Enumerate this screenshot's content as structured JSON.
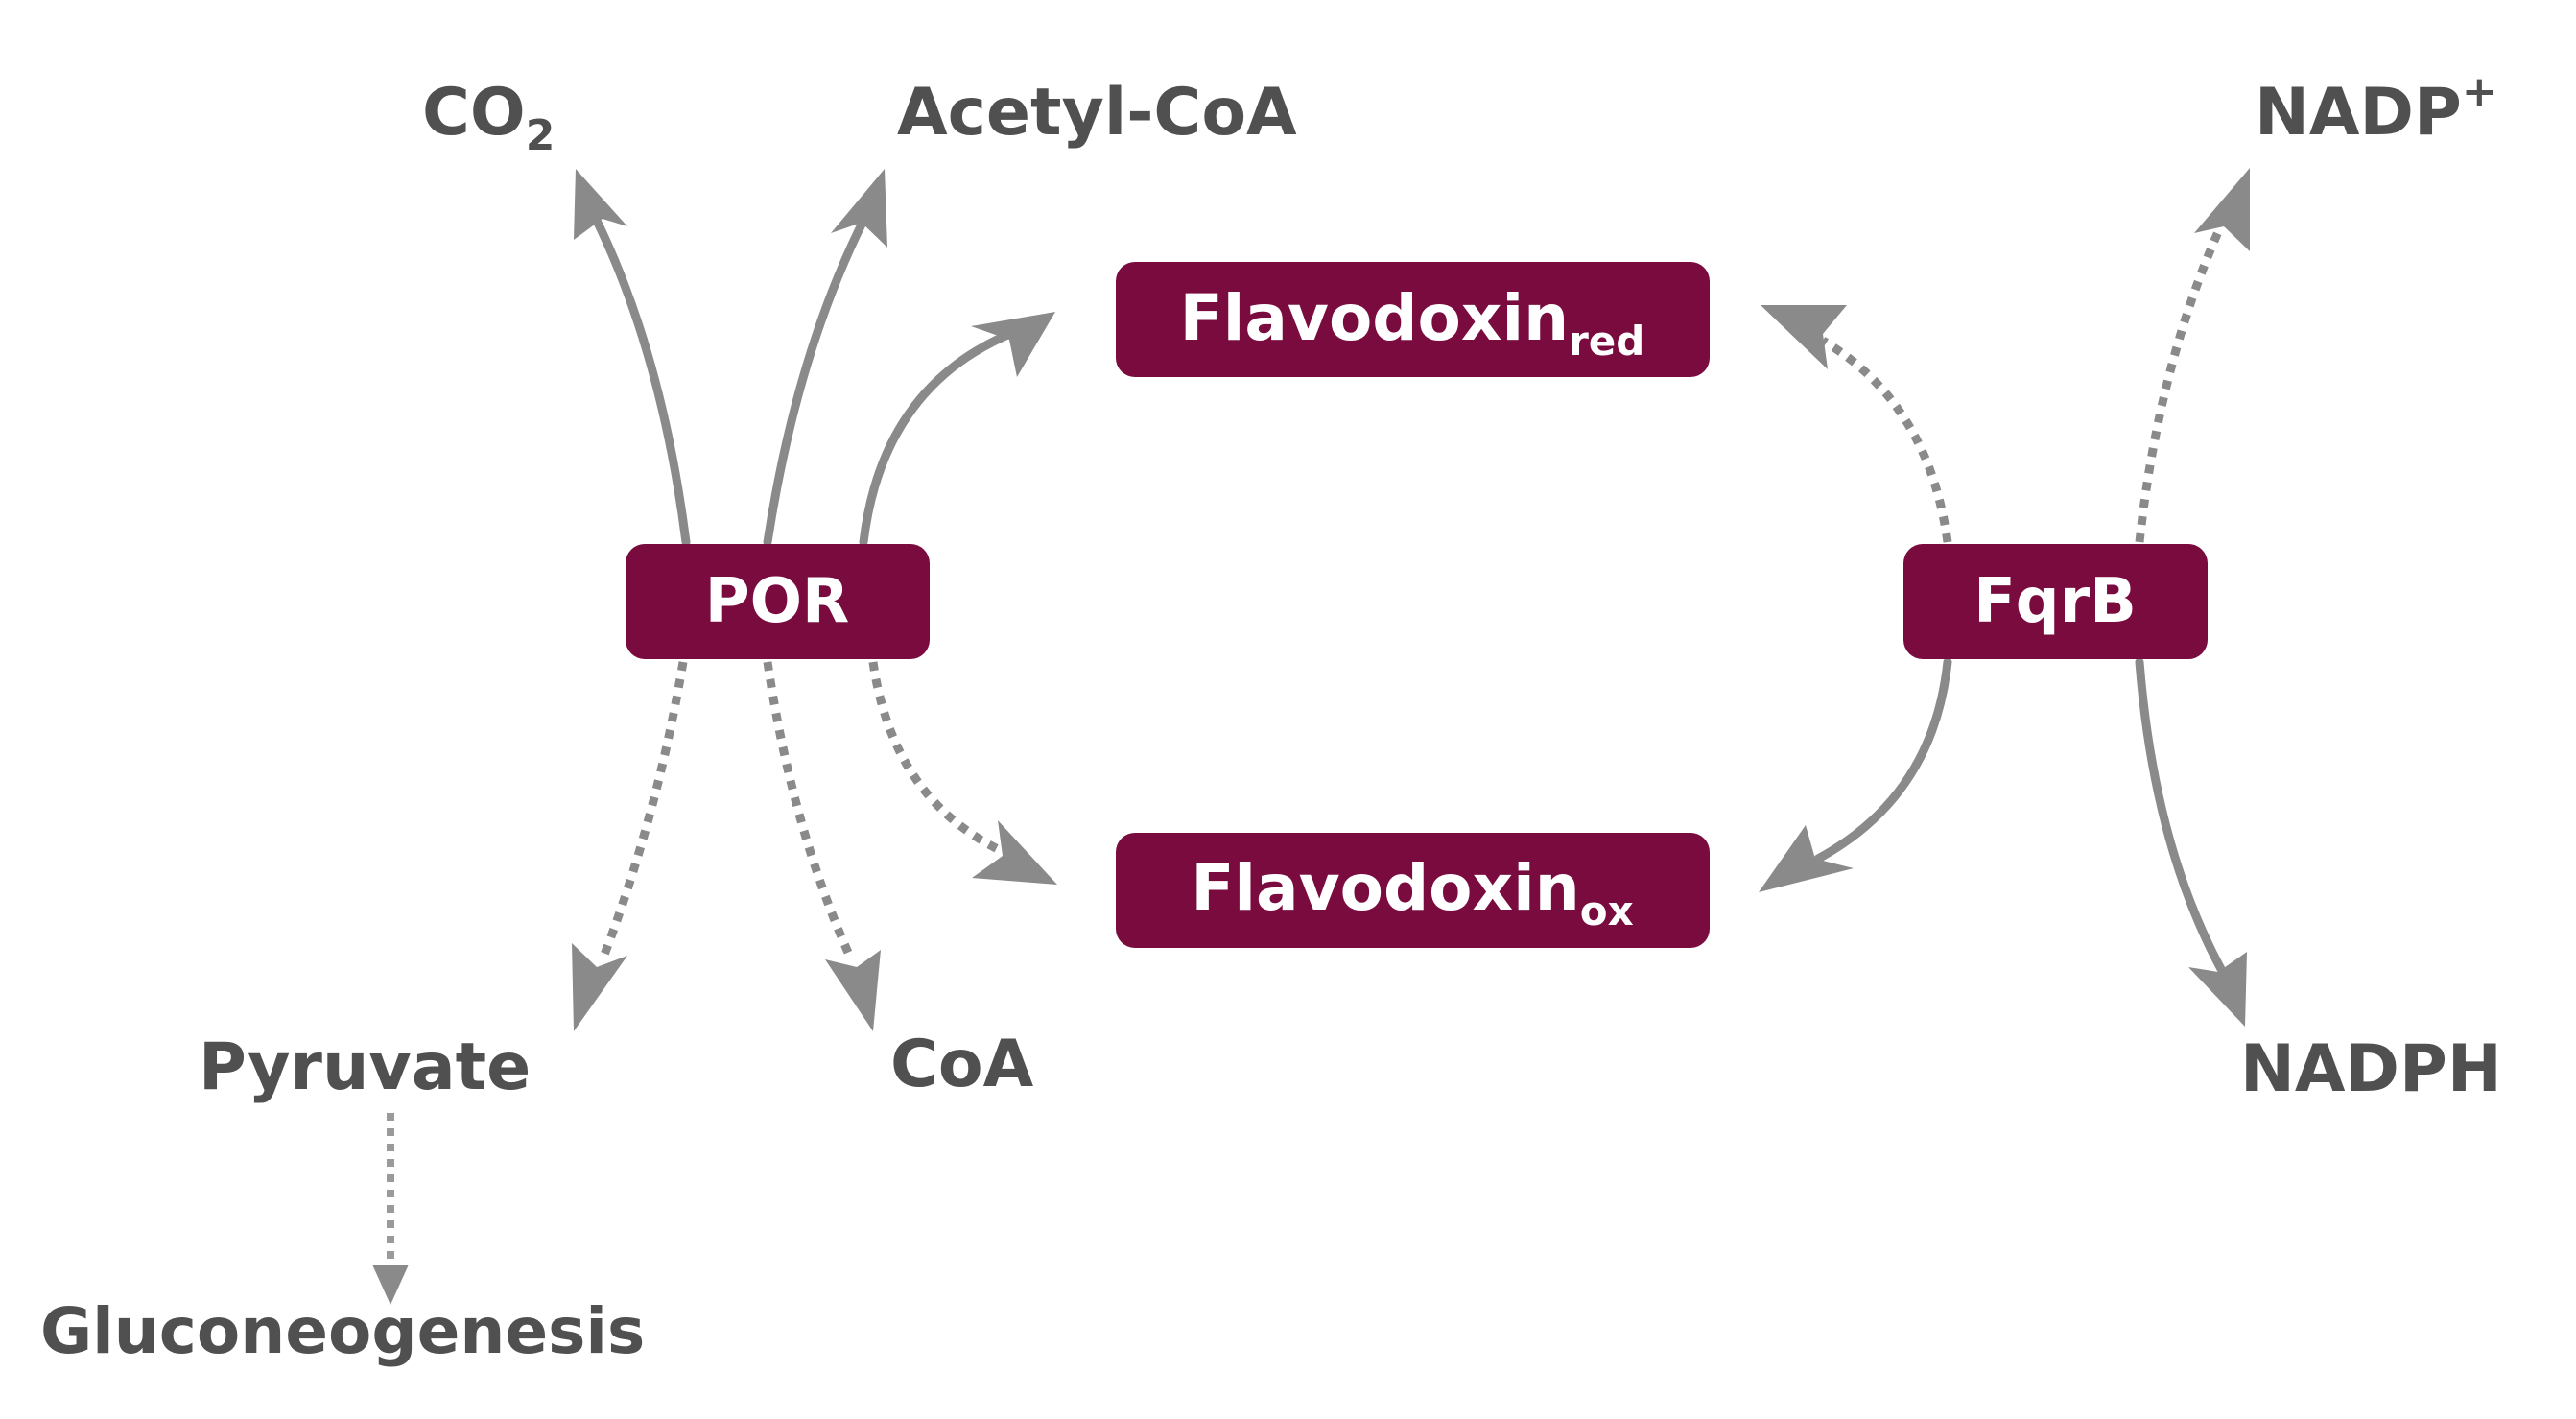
{
  "nodes": {
    "por": "POR",
    "fqrb": "FqrB",
    "flavodoxin_red": {
      "base": "Flavodoxin",
      "sub": "red"
    },
    "flavodoxin_ox": {
      "base": "Flavodoxin",
      "sub": "ox"
    }
  },
  "metabolites": {
    "co2": {
      "base": "CO",
      "sub": "2"
    },
    "acetyl_coa": "Acetyl-CoA",
    "pyruvate": "Pyruvate",
    "coa": "CoA",
    "gluconeogenesis": "Gluconeogenesis",
    "nadp_plus": {
      "base": "NADP",
      "sup": "+"
    },
    "nadph": "NADPH"
  },
  "colors": {
    "box": "#7a0b3e",
    "arrow": "#8a8a8a",
    "text": "#505050"
  }
}
